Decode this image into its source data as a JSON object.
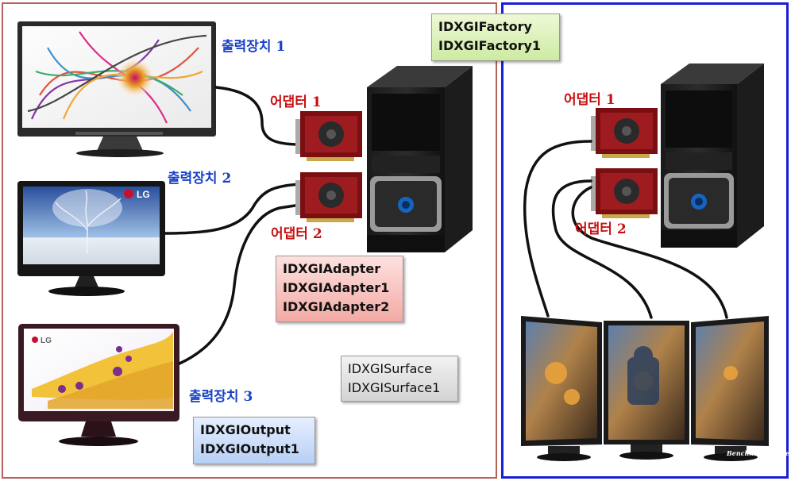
{
  "labels": {
    "output1": "출력장치 1",
    "output2": "출력장치 2",
    "output3": "출력장치 3",
    "adapter1_left": "어댑터 1",
    "adapter2_left": "어댑터 2",
    "adapter1_right": "어댑터 1",
    "adapter2_right": "어댑터 2"
  },
  "boxes": {
    "factory": [
      "IDXGIFactory",
      "IDXGIFactory1"
    ],
    "adapter": [
      "IDXGIAdapter",
      "IDXGIAdapter1",
      "IDXGIAdapter2"
    ],
    "surface": [
      "IDXGISurface",
      "IDXGISurface1"
    ],
    "output": [
      "IDXGIOutput",
      "IDXGIOutput1"
    ]
  },
  "brands": {
    "monitor_brand": "LG",
    "watermark": "Benchmark Reviews"
  },
  "colors": {
    "left_frame": "#b5615c",
    "right_frame": "#1a1ed6",
    "output_label": "#1740c8",
    "adapter_label": "#c81010",
    "factory_box": "#d9f0b8",
    "adapter_box": "#f6c4c0",
    "surface_box": "#e0e0e0",
    "output_box": "#cddcf8"
  }
}
